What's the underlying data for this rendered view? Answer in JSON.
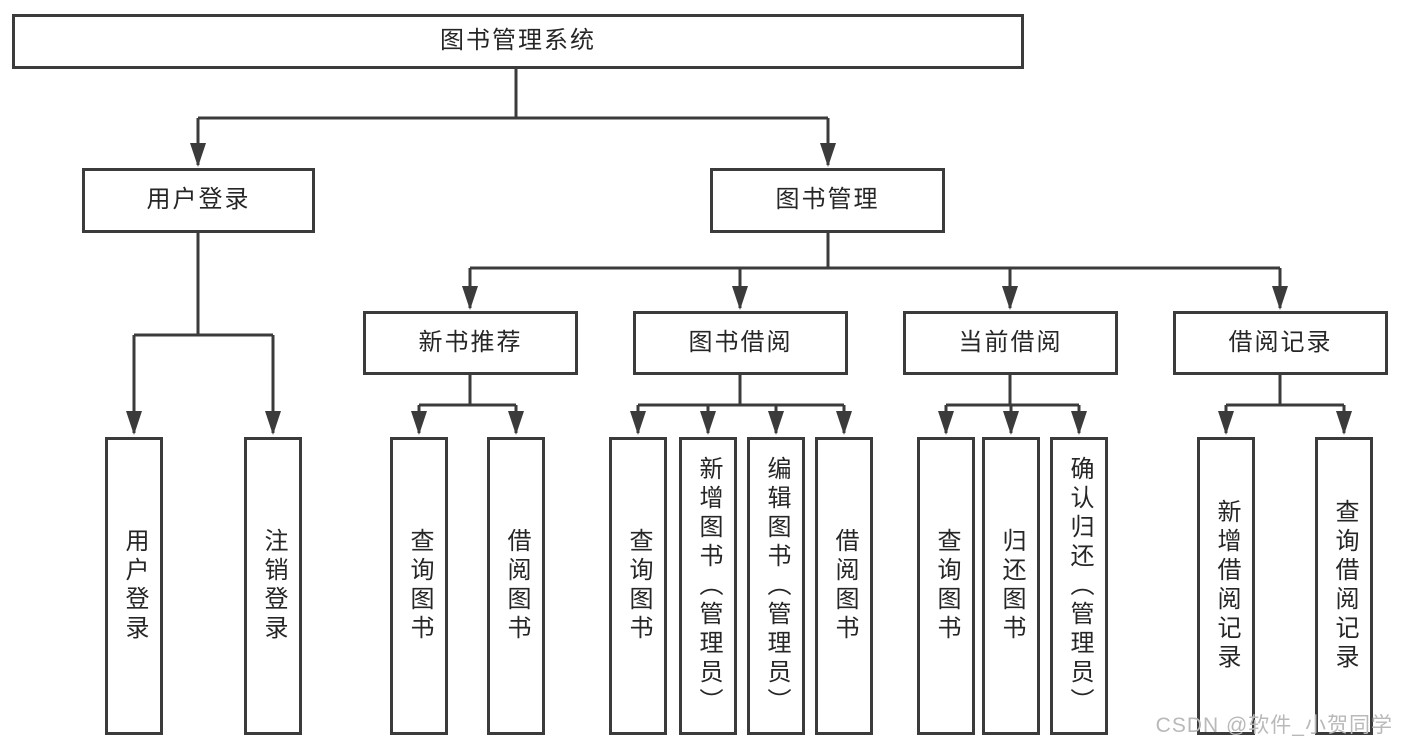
{
  "root": {
    "label": "图书管理系统"
  },
  "branches": [
    {
      "label": "用户登录",
      "children": [
        {
          "label": "用户登录"
        },
        {
          "label": "注销登录"
        }
      ]
    },
    {
      "label": "图书管理",
      "children": [
        {
          "label": "新书推荐",
          "children": [
            {
              "label": "查询图书"
            },
            {
              "label": "借阅图书"
            }
          ]
        },
        {
          "label": "图书借阅",
          "children": [
            {
              "label": "查询图书"
            },
            {
              "label": "新增图书（管理员）"
            },
            {
              "label": "编辑图书（管理员）"
            },
            {
              "label": "借阅图书"
            }
          ]
        },
        {
          "label": "当前借阅",
          "children": [
            {
              "label": "查询图书"
            },
            {
              "label": "归还图书"
            },
            {
              "label": "确认归还（管理员）"
            }
          ]
        },
        {
          "label": "借阅记录",
          "children": [
            {
              "label": "新增借阅记录"
            },
            {
              "label": "查询借阅记录"
            }
          ]
        }
      ]
    }
  ],
  "watermark": {
    "text": "CSDN @软件_小贺同学"
  },
  "colors": {
    "line": "#3b3b3b",
    "text": "#262626",
    "background": "#ffffff",
    "watermark": "#b9b9b9"
  }
}
